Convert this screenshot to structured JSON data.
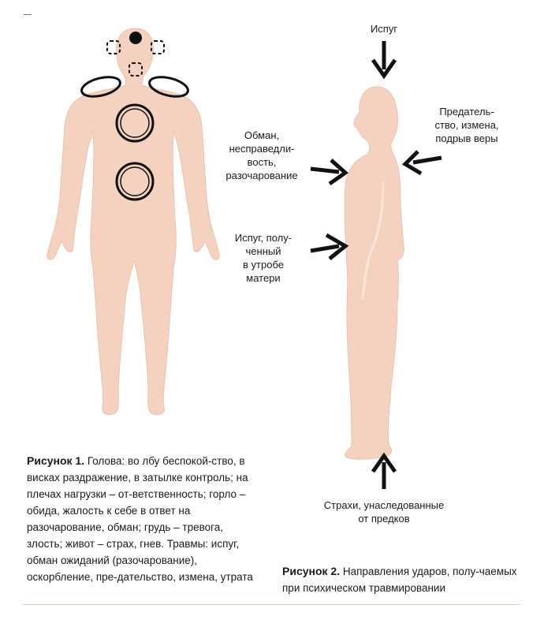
{
  "colors": {
    "skin": "#f5d2c0",
    "skin_edge": "#ecc1ac",
    "ink": "#111111",
    "text": "#1a1a1a"
  },
  "figure2_labels": {
    "top": "Испуг",
    "right_shoulder": "Предатель-\nство, измена,\nподрыв веры",
    "chest_left": "Обман,\nнесправедли-\nвость,\nразочарование",
    "belly_left": "Испуг, полу-\nченный\nв утробе\nматери",
    "feet": "Страхи, унаследованные\nот предков"
  },
  "caption1": {
    "title": "Рисунок 1.",
    "text": " Голова: во лбу беспокой-ство, в висках раздражение, в затылке контроль; на плечах нагрузки – от-ветственность; горло – обида, жалость к себе в ответ на разочарование, обман; грудь – тревога, злость; живот – страх, гнев. Травмы: испуг, обман ожиданий (разочарование), оскорбление, пре-дательство, измена, утрата"
  },
  "caption2": {
    "title": "Рисунок 2.",
    "text": " Направления ударов, полу-чаемых при психическом травмировании"
  }
}
